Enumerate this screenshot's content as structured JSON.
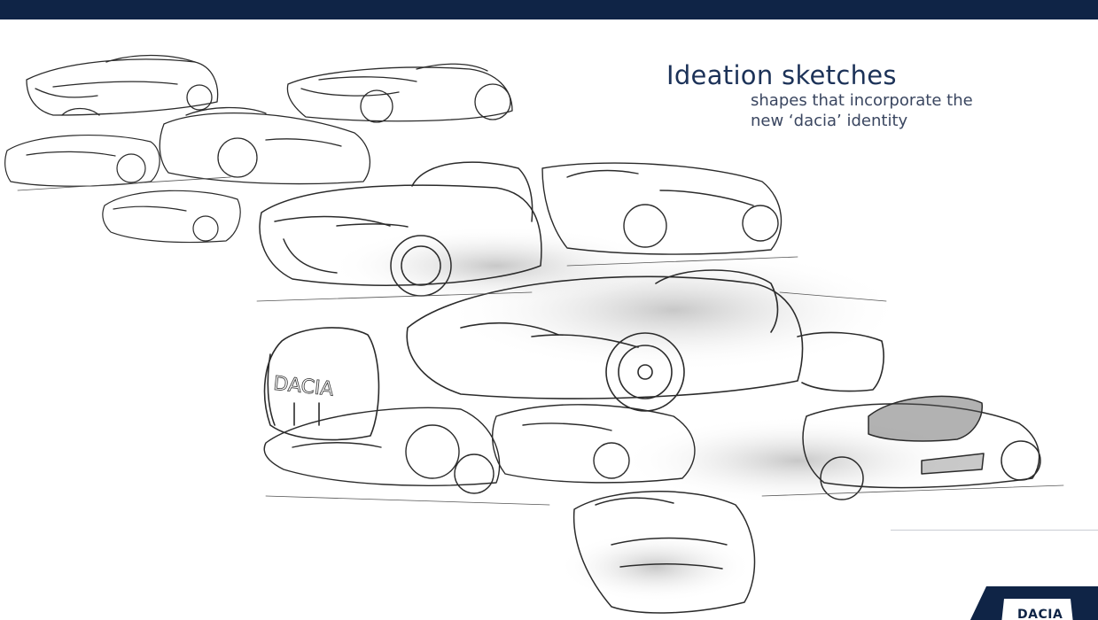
{
  "slide": {
    "title": "Ideation sketches",
    "subtitle_line1": "shapes that incorporate the",
    "subtitle_line2": "new ‘dacia’ identity",
    "sketch_badge_text": "DACIA",
    "logo_text": "DACIA"
  },
  "colors": {
    "top_bar": "#0f2446",
    "title": "#1c3258",
    "sketch_ink": "#2a2a2a",
    "shadow": "#8a8a8a"
  },
  "icons": {
    "logo": "dacia-logo-icon"
  }
}
